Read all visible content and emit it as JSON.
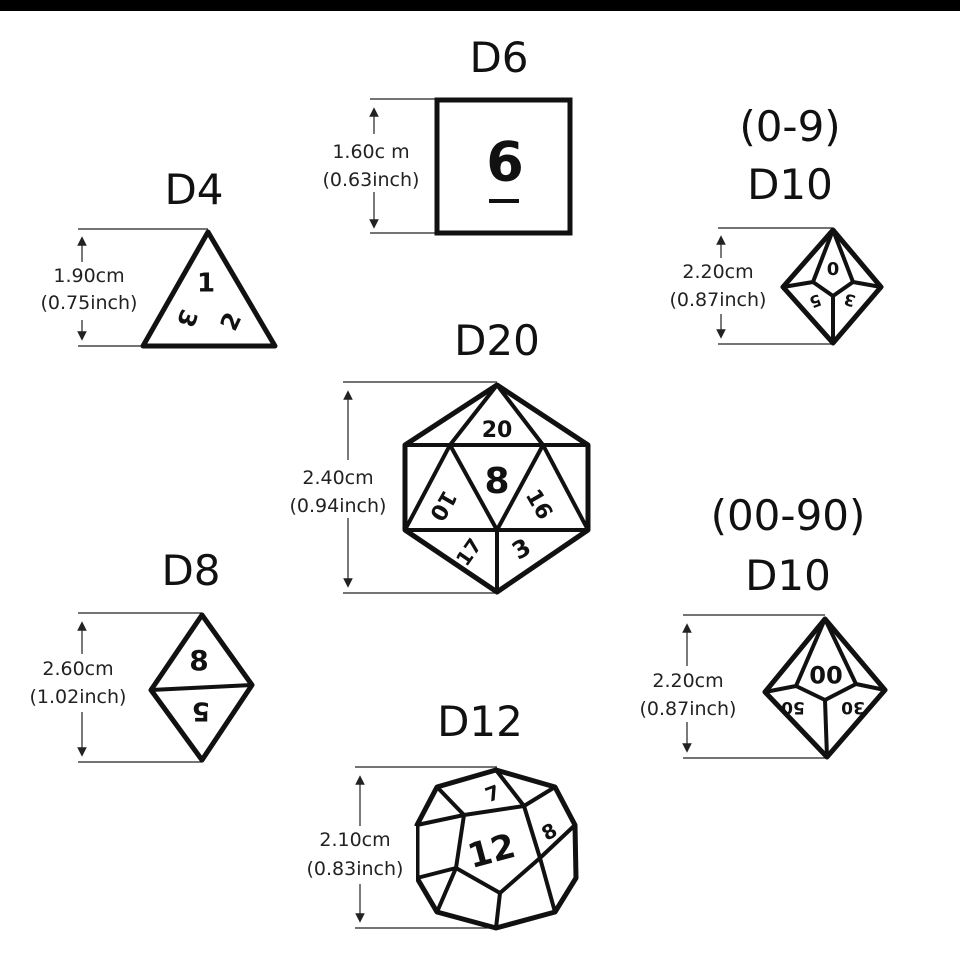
{
  "dice": {
    "d6": {
      "title": "D6",
      "cm": "1.60c m",
      "inch": "(0.63inch)",
      "faces": [
        "6"
      ]
    },
    "d4": {
      "title": "D4",
      "cm": "1.90cm",
      "inch": "(0.75inch)",
      "faces": [
        "1",
        "3",
        "2"
      ]
    },
    "d10a": {
      "range": "(0-9)",
      "title": "D10",
      "cm": "2.20cm",
      "inch": "(0.87inch)",
      "faces": [
        "0",
        "5",
        "3"
      ]
    },
    "d20": {
      "title": "D20",
      "cm": "2.40cm",
      "inch": "(0.94inch)",
      "faces": [
        "20",
        "8",
        "10",
        "16",
        "17",
        "3"
      ]
    },
    "d10b": {
      "range": "(00-90)",
      "title": "D10",
      "cm": "2.20cm",
      "inch": "(0.87inch)",
      "faces": [
        "00",
        "50",
        "30"
      ]
    },
    "d8": {
      "title": "D8",
      "cm": "2.60cm",
      "inch": "(1.02inch)",
      "faces": [
        "8",
        "5"
      ]
    },
    "d12": {
      "title": "D12",
      "cm": "2.10cm",
      "inch": "(0.83inch)",
      "faces": [
        "7",
        "8",
        "12"
      ]
    }
  }
}
